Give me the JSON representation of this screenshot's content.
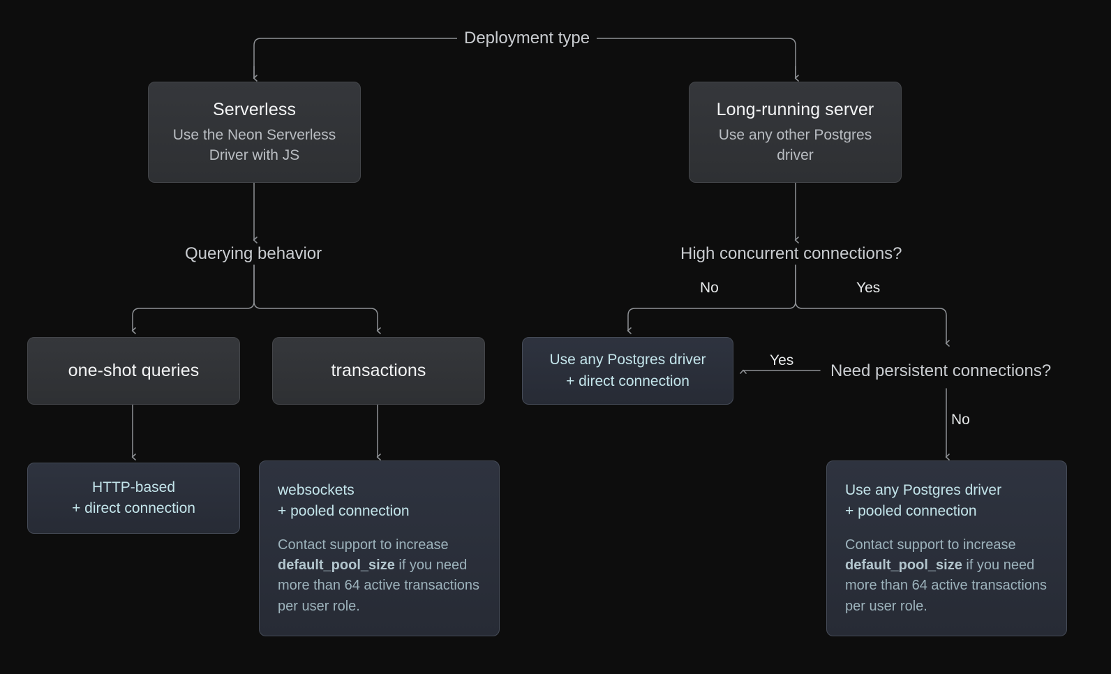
{
  "theme": {
    "background": "#0d0d0d",
    "node_gray": "#32343８",
    "node_blue": "#2b303c",
    "line": "#8e9195",
    "accent_text": "#c3e4ea",
    "muted_text": "#9db3bc"
  },
  "diagram": {
    "root_label": "Deployment type",
    "branch_label_left": "Querying behavior",
    "branch_label_right": "High concurrent connections?",
    "decision_label": "Need persistent connections?"
  },
  "edge_labels": {
    "concurrency_no": "No",
    "concurrency_yes": "Yes",
    "persistent_yes": "Yes",
    "persistent_no": "No"
  },
  "nodes": {
    "serverless": {
      "title": "Serverless",
      "subtitle": "Use the Neon Serverless\nDriver with JS"
    },
    "long_running": {
      "title": "Long-running server",
      "subtitle": "Use any other Postgres\ndriver"
    },
    "one_shot": {
      "title": "one-shot queries"
    },
    "transactions": {
      "title": "transactions"
    },
    "http_direct": {
      "head": "HTTP-based\n+ direct connection"
    },
    "websockets_pooled": {
      "head": "websockets\n+ pooled connection",
      "body_prefix": "Contact support to increase ",
      "body_code": "default_pool_size",
      "body_suffix": " if you need more than 64 active transactions per user role."
    },
    "driver_direct": {
      "head": "Use any Postgres driver\n+ direct connection"
    },
    "driver_pooled": {
      "head": "Use any Postgres driver\n+ pooled connection",
      "body_prefix": "Contact support to increase ",
      "body_code": "default_pool_size",
      "body_suffix": " if you need more than 64 active transactions per user role."
    }
  }
}
